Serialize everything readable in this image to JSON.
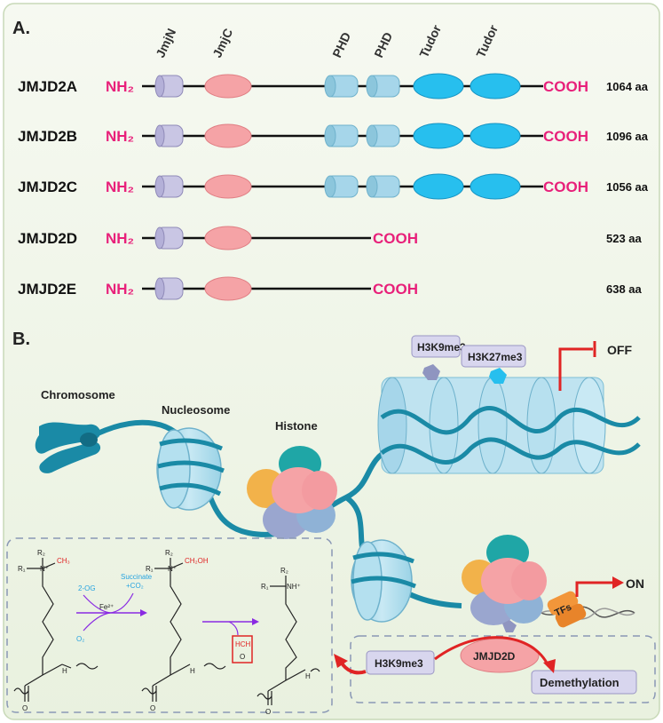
{
  "panel_a": {
    "label": "A.",
    "domain_labels": {
      "jmjn": "JmjN",
      "jmjc": "JmjC",
      "phd1": "PHD",
      "phd2": "PHD",
      "tudor1": "Tudor",
      "tudor2": "Tudor"
    },
    "n_terminus": "NH₂",
    "c_terminus": "COOH",
    "proteins": [
      {
        "name": "JMJD2A",
        "length": "1064 aa"
      },
      {
        "name": "JMJD2B",
        "length": "1096 aa"
      },
      {
        "name": "JMJD2C",
        "length": "1056 aa"
      },
      {
        "name": "JMJD2D",
        "length": "523 aa"
      },
      {
        "name": "JMJD2E",
        "length": "638 aa"
      }
    ]
  },
  "panel_b": {
    "label": "B.",
    "chromosome": "Chromosome",
    "nucleosome": "Nucleosome",
    "histone": "Histone",
    "mark1": "H3K9me3",
    "mark2": "H3K27me3",
    "off": "OFF",
    "on": "ON",
    "tfs": "TFs",
    "enzyme": "JMJD2D",
    "substrate": "H3K9me3",
    "process": "Demethylation",
    "reaction": {
      "r1": "R₁",
      "r2": "R₂",
      "n_plus": "N⁺",
      "nh_plus": "NH⁺",
      "ch3": "CH₃",
      "ch2oh": "CH₂OH",
      "og": "2-OG",
      "o2": "O₂",
      "fe": "Fe²⁺",
      "succ": "Succinate",
      "co2": "+CO₂",
      "hch": "HCH",
      "o": "O",
      "h": "H",
      "nh": "N"
    }
  },
  "colors": {
    "panel_bg": "#eef4e6",
    "magenta": "#e8207a",
    "jmjn": "#c9c6e4",
    "jmjc": "#f5a3a6",
    "phd": "#a6d6ea",
    "tudor": "#27bfee",
    "dna": "#1a8aa6",
    "red": "#e02424"
  }
}
